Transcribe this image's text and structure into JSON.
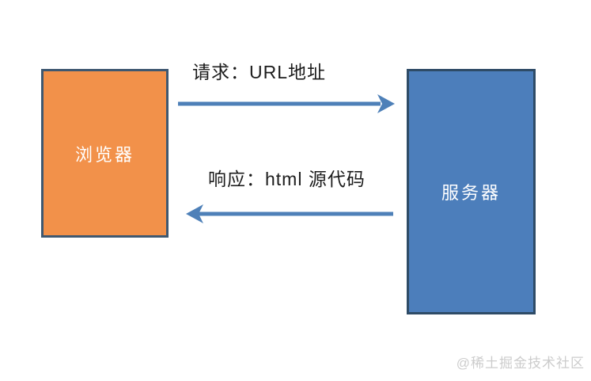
{
  "diagram": {
    "browser_box": {
      "label": "浏览器",
      "fill": "#f2914a",
      "border": "#3e5871"
    },
    "server_box": {
      "label": "服务器",
      "fill": "#4c7ebb",
      "border": "#2e4b66"
    },
    "request_label": "请求：URL地址",
    "response_label": "响应：html 源代码",
    "arrow_color": "#4e80b8"
  },
  "watermark": "@稀土掘金技术社区"
}
